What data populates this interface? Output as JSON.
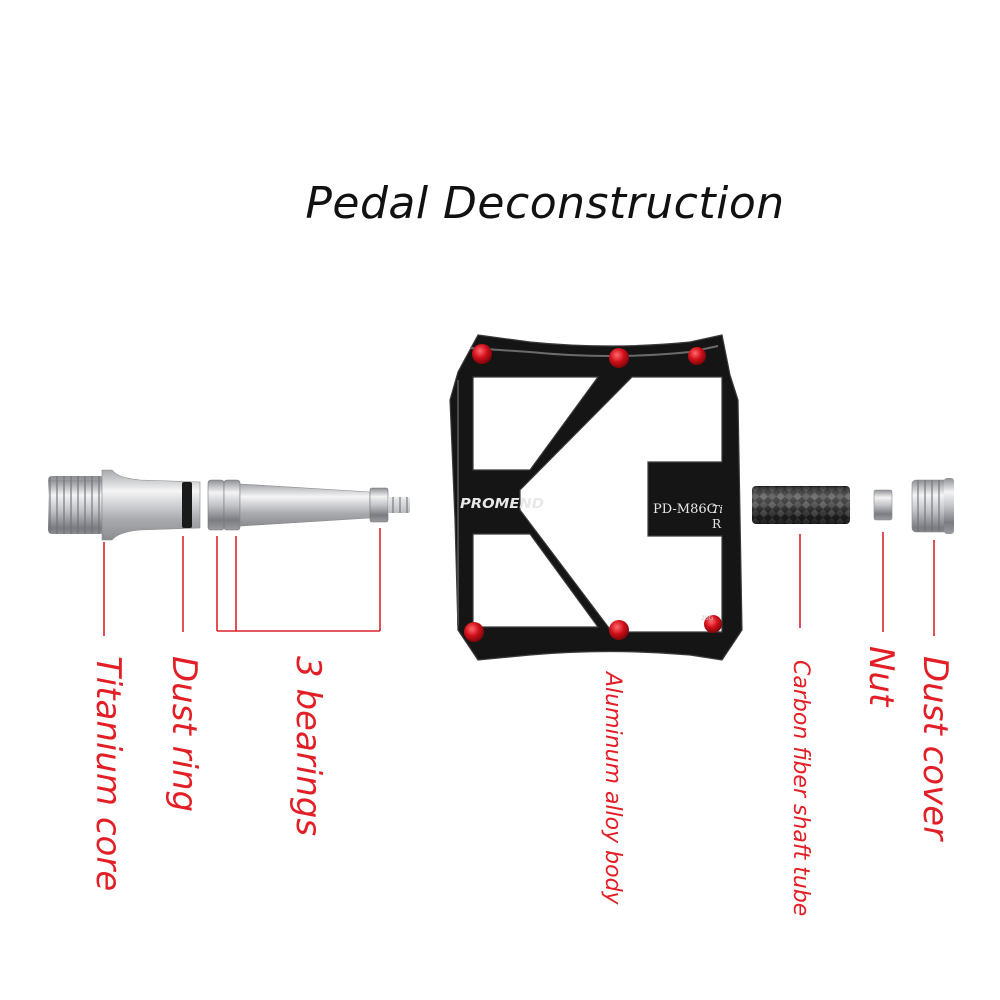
{
  "title": "Pedal Deconstruction",
  "colors": {
    "label": "#e21f26",
    "leader": "#d8242a",
    "body": "#151515",
    "bolt": "#d10f19",
    "steel": "#c7c8ca"
  },
  "pedal": {
    "brand": "PROMEND",
    "model": "PD-M86C",
    "suffix": "Ti",
    "side": "R",
    "mark": "20G"
  },
  "labels": {
    "titanium_core": "Titanium core",
    "dust_ring": "Dust ring",
    "bearings": "3 bearings",
    "body": "Aluminum alloy body",
    "tube": "Carbon fiber shaft tube",
    "nut": "Nut",
    "dust_cover": "Dust cover"
  }
}
